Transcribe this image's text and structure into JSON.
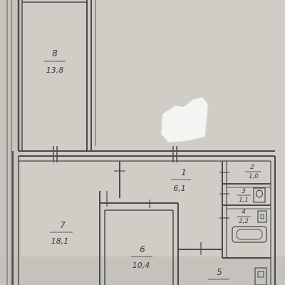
{
  "plan": {
    "rooms": [
      {
        "id": "room-8",
        "number": "8",
        "area": "13,8"
      },
      {
        "id": "room-1",
        "number": "1",
        "area": "6,1"
      },
      {
        "id": "room-2",
        "number": "2",
        "area": "1,0"
      },
      {
        "id": "room-3",
        "number": "3",
        "area": "1,1"
      },
      {
        "id": "room-4",
        "number": "4",
        "area": "2,2"
      },
      {
        "id": "room-7",
        "number": "7",
        "area": "18,1"
      },
      {
        "id": "room-6",
        "number": "6",
        "area": "10,4"
      },
      {
        "id": "room-5",
        "number": "5",
        "area": ""
      }
    ]
  }
}
